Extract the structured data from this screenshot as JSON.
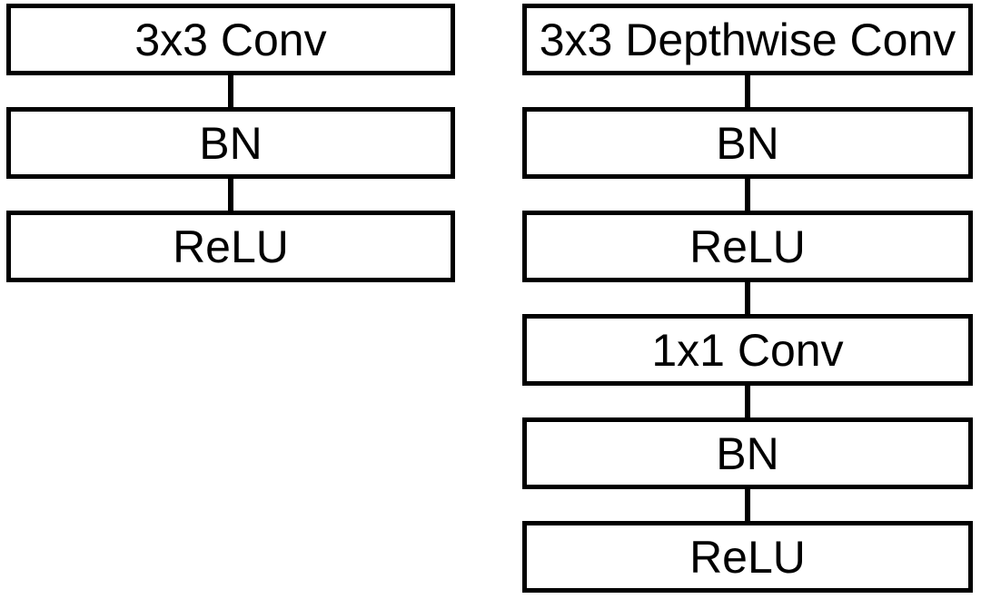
{
  "diagram": {
    "colors": {
      "background": "#ffffff",
      "stroke": "#000000",
      "box_fill": "#ffffff"
    },
    "left_column": {
      "blocks": [
        {
          "label": "3x3 Conv"
        },
        {
          "label": "BN"
        },
        {
          "label": "ReLU"
        }
      ]
    },
    "right_column": {
      "blocks": [
        {
          "label": "3x3 Depthwise Conv"
        },
        {
          "label": "BN"
        },
        {
          "label": "ReLU"
        },
        {
          "label": "1x1 Conv"
        },
        {
          "label": "BN"
        },
        {
          "label": "ReLU"
        }
      ]
    }
  }
}
